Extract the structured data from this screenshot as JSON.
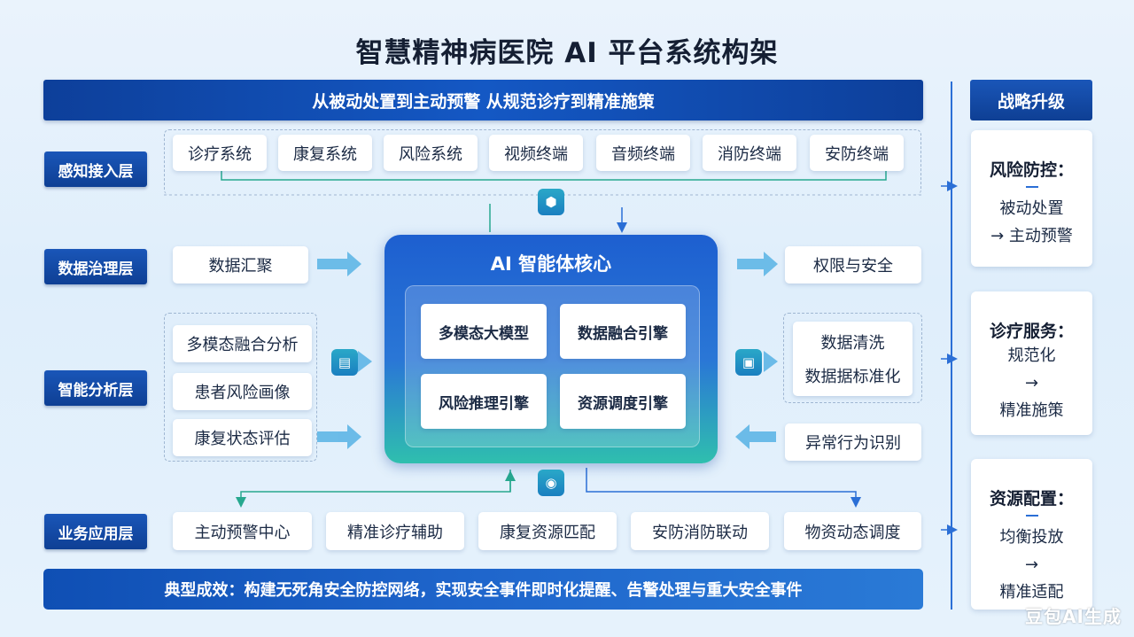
{
  "title": "智慧精神病医院 AI 平台系统构架",
  "banner": "从被动处置到主动预警 从规范诊疗到精准施策",
  "layers": {
    "perception": "感知接入层",
    "governance": "数据治理层",
    "analysis": "智能分析层",
    "application": "业务应用层"
  },
  "perception_items": [
    "诊疗系统",
    "康复系统",
    "风险系统",
    "视频终端",
    "音频终端",
    "消防终端",
    "安防终端"
  ],
  "governance": {
    "left": "数据汇聚",
    "right": "权限与安全"
  },
  "analysis_left": [
    "多模态融合分析",
    "患者风险画像",
    "康复状态评估"
  ],
  "analysis_right": {
    "clean_1": "数据清洗",
    "clean_2": "数据据标准化",
    "anomaly": "异常行为识别"
  },
  "core": {
    "title": "AI 智能体核心",
    "engines": [
      "多模态大模型",
      "数据融合引擎",
      "风险推理引擎",
      "资源调度引擎"
    ]
  },
  "applications": [
    "主动预警中心",
    "精准诊疗辅助",
    "康复资源匹配",
    "安防消防联动",
    "物资动态调度"
  ],
  "result": "典型成效：构建无死角安全防控网络，实现安全事件即时化提醒、告警处理与重大安全事件",
  "strategy": {
    "header": "战略升级",
    "items": [
      {
        "title": "风险防控：",
        "line1": "被动处置",
        "line2": "→ 主动预警",
        "line3": ""
      },
      {
        "title": "诊疗服务：",
        "line1": "规范化",
        "line2": "→",
        "line3": "精准施策"
      },
      {
        "title": "资源配置：",
        "line1": "均衡投放",
        "line2": "→",
        "line3": "精准适配"
      }
    ]
  },
  "watermark": "豆包AI生成",
  "colors": {
    "primary": "#0e3f94",
    "accent": "#2b6fd6",
    "teal": "#2fbfae",
    "arrow": "#3aa3d8"
  }
}
